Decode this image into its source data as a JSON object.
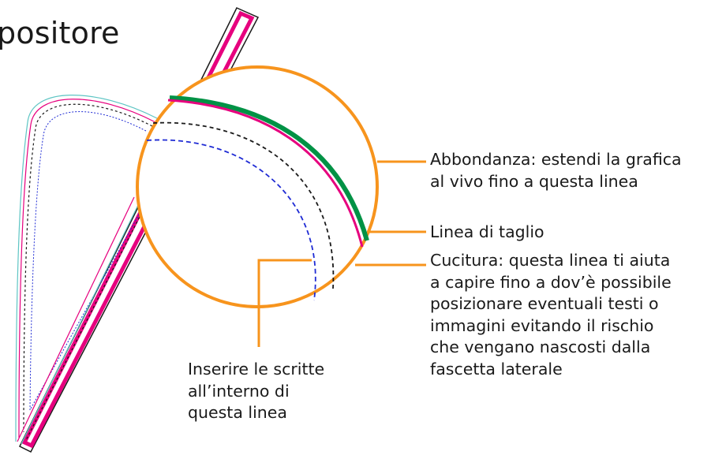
{
  "title": "positore",
  "colors": {
    "orange": "#f7941d",
    "magenta": "#e6007e",
    "green": "#009245",
    "cyan": "#5ec5c4",
    "black_dash": "#1a1a1a",
    "blue_dash": "#1f2bd4"
  },
  "callouts": {
    "abbondanza": "Abbondanza: estendi la grafica\nal vivo fino a questa linea",
    "linea_taglio": "Linea di taglio",
    "cucitura": "Cucitura: questa linea ti aiuta\na capire fino a dov’è possibile\nposizionare eventuali testi o\nimmagini evitando il rischio\nche vengano nascosti dalla\nfascetta laterale",
    "inserire": "Inserire le scritte\nall’interno di\nquesta linea"
  }
}
